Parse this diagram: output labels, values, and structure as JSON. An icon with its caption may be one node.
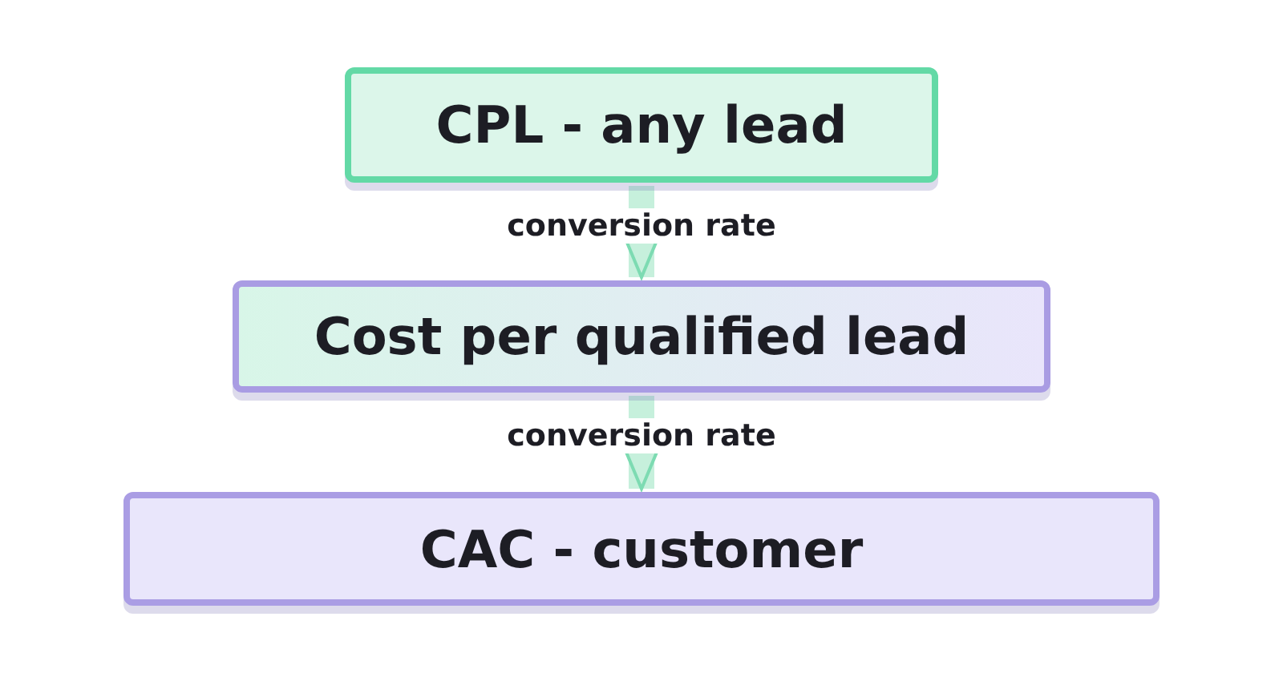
{
  "diagram": {
    "nodes": [
      {
        "text": [
          "CPL - any lead"
        ]
      },
      {
        "text": [
          "Cost per qualified lead"
        ]
      },
      {
        "text": [
          "CAC - customer"
        ]
      }
    ],
    "edges": [
      {
        "from": 0,
        "to": 1,
        "arrow": "to",
        "label": "conversion rate"
      },
      {
        "from": 1,
        "to": 2,
        "arrow": "to",
        "label": "conversion rate"
      }
    ]
  }
}
